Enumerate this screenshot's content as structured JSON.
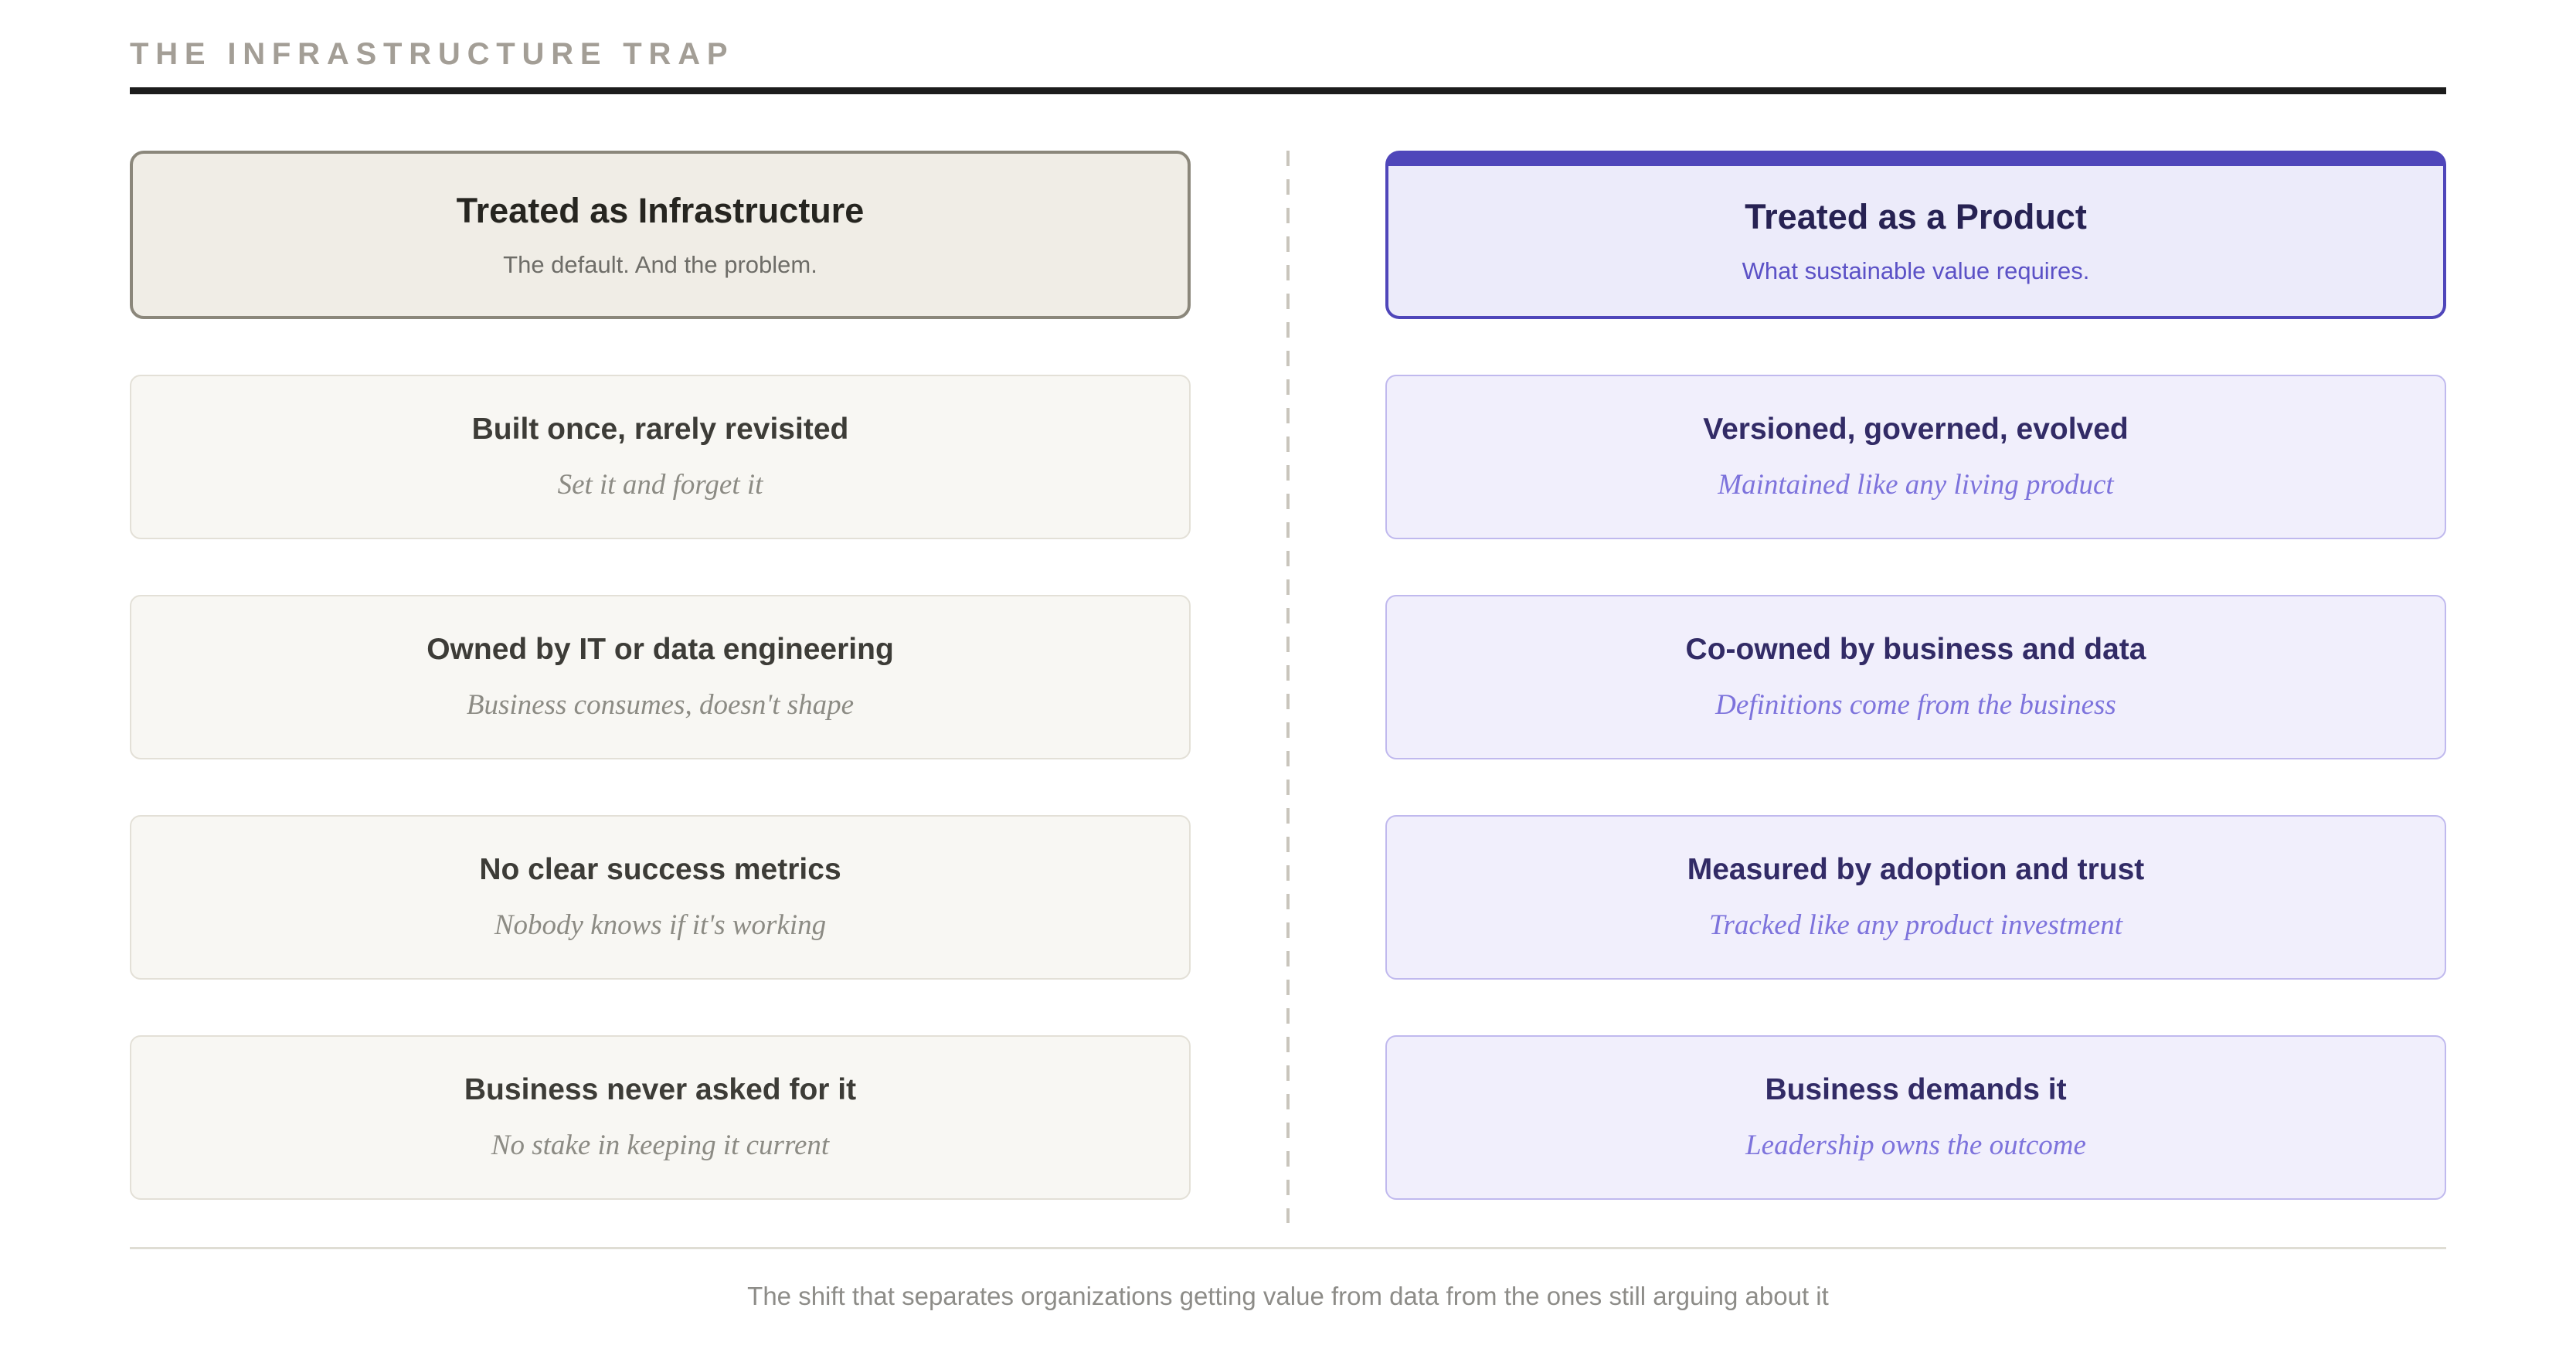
{
  "page": {
    "title": "THE INFRASTRUCTURE TRAP",
    "footer": "The shift that separates organizations getting value from data from the ones still arguing about it"
  },
  "colors": {
    "accent_purple": "#4f46ba",
    "purple_card_bg": "#f1effc",
    "purple_text_dark": "#272253",
    "purple_text_light": "#7d73dc",
    "cream_card_bg": "#f0ede6",
    "cream_border": "#8b877b",
    "neutral_card_bg": "#f8f7f3",
    "rule_dark": "#1c1c1c",
    "muted_gray": "#8d8c88"
  },
  "columns": {
    "left": {
      "header": {
        "title": "Treated as Infrastructure",
        "subtitle": "The default. And the problem."
      },
      "items": [
        {
          "title": "Built once, rarely revisited",
          "subtitle": "Set it and forget it"
        },
        {
          "title": "Owned by IT or data engineering",
          "subtitle": "Business consumes, doesn't shape"
        },
        {
          "title": "No clear success metrics",
          "subtitle": "Nobody knows if it's working"
        },
        {
          "title": "Business never asked for it",
          "subtitle": "No stake in keeping it current"
        }
      ]
    },
    "right": {
      "header": {
        "title": "Treated as a Product",
        "subtitle": "What sustainable value requires."
      },
      "items": [
        {
          "title": "Versioned, governed, evolved",
          "subtitle": "Maintained like any living product"
        },
        {
          "title": "Co-owned by business and data",
          "subtitle": "Definitions come from the business"
        },
        {
          "title": "Measured by adoption and trust",
          "subtitle": "Tracked like any product investment"
        },
        {
          "title": "Business demands it",
          "subtitle": "Leadership owns the outcome"
        }
      ]
    }
  }
}
